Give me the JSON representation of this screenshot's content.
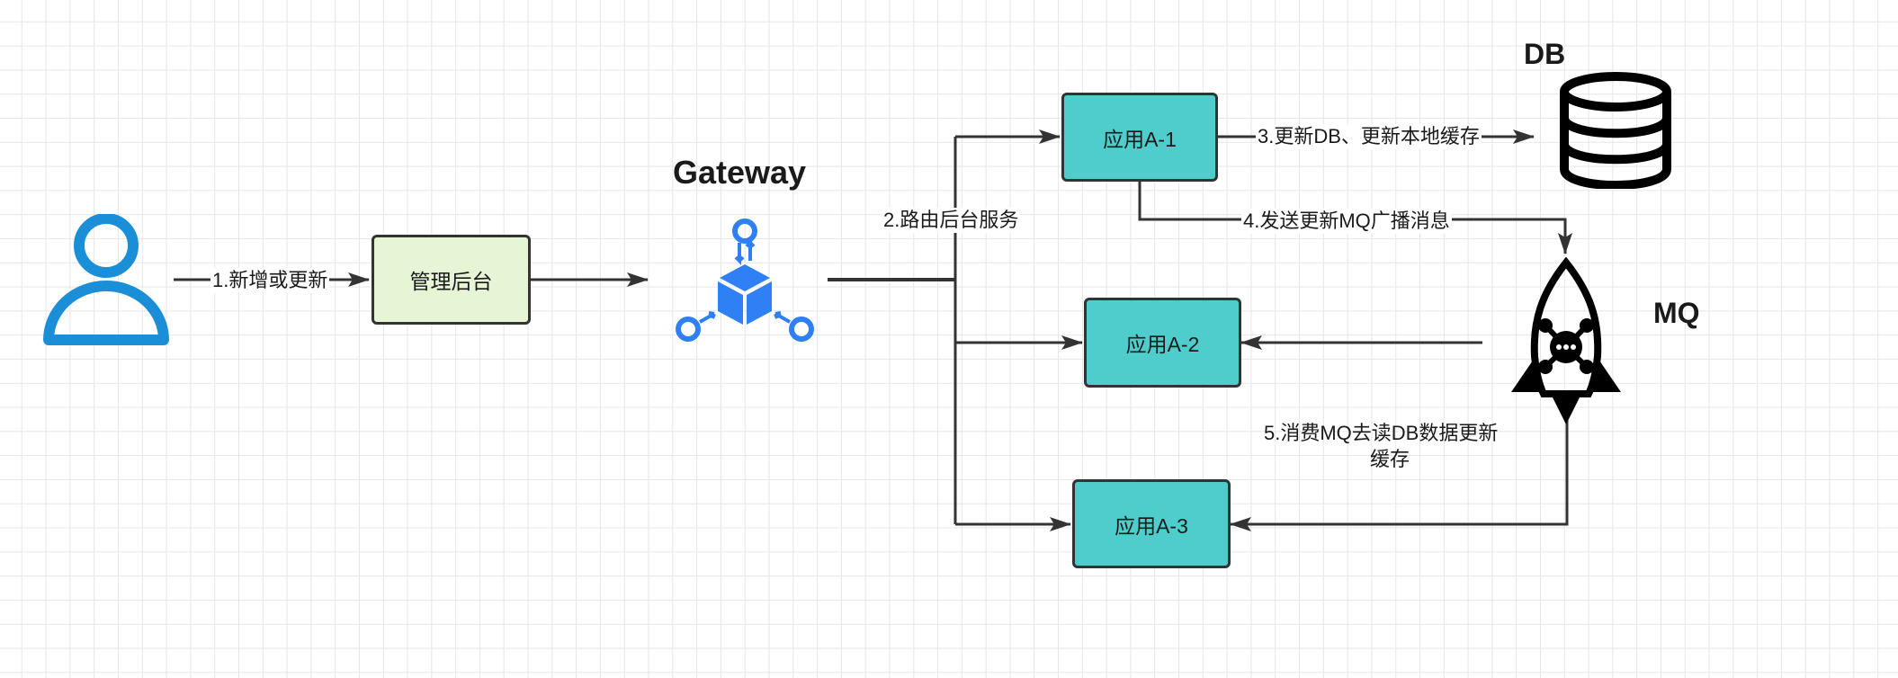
{
  "colors": {
    "app_box_fill": "#4ecdcc",
    "admin_box_fill": "#e6f5d6",
    "user_icon": "#1a8fd8",
    "gateway_icon": "#2f7ff5",
    "line": "#333333"
  },
  "nodes": {
    "user": {
      "icon": "user-icon"
    },
    "admin": {
      "label": "管理后台"
    },
    "gateway": {
      "title": "Gateway",
      "icon": "gateway-cube-icon"
    },
    "app1": {
      "label": "应用A-1"
    },
    "app2": {
      "label": "应用A-2"
    },
    "app3": {
      "label": "应用A-3"
    },
    "db": {
      "title": "DB",
      "icon": "database-icon"
    },
    "mq": {
      "title": "MQ",
      "icon": "rocket-icon"
    }
  },
  "edges": {
    "step1": "1.新增或更新",
    "step2": "2.路由后台服务",
    "step3": "3.更新DB、更新本地缓存",
    "step4": "4.发送更新MQ广播消息",
    "step5_line1": "5.消费MQ去读DB数据更新",
    "step5_line2": "缓存"
  }
}
